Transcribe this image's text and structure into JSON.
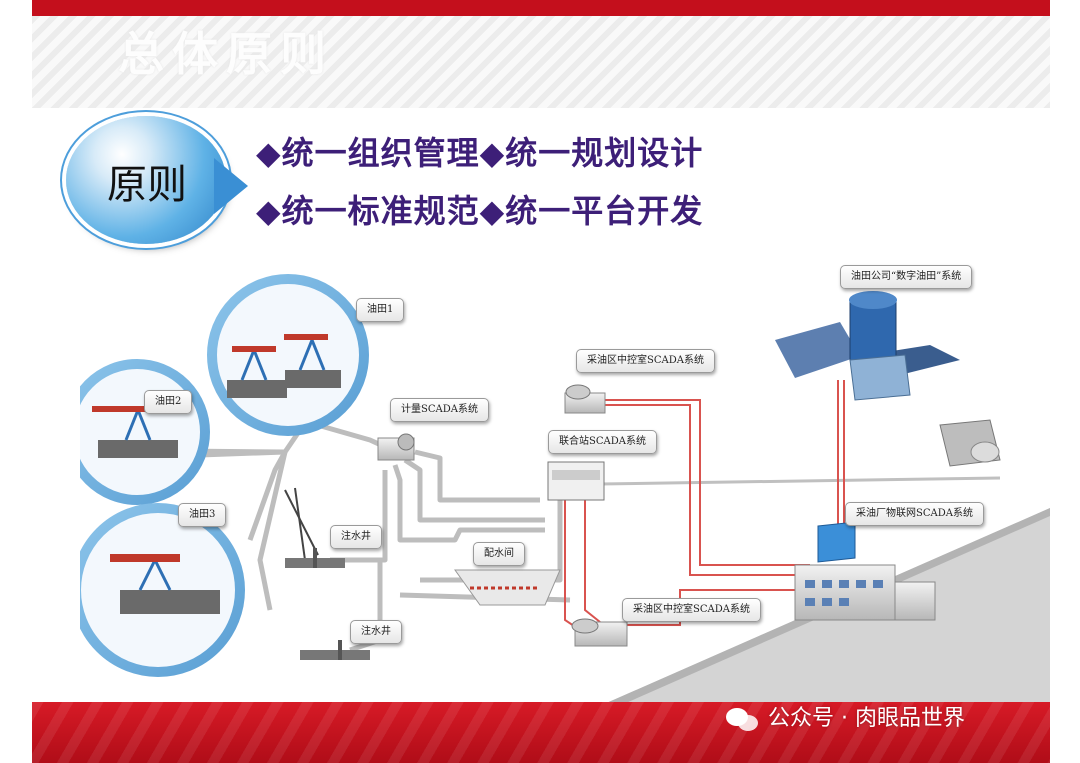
{
  "header": {
    "title": "总体原则"
  },
  "principle": {
    "badge": "原则",
    "lines": [
      [
        "◆统一组织管理",
        "◆统一规划设计"
      ],
      [
        "◆统一标准规范",
        "◆统一平台开发"
      ]
    ]
  },
  "diagram": {
    "labels": {
      "field1": "油田1",
      "field2": "油田2",
      "field3": "油田3",
      "meter": "计量SCADA系统",
      "inject1": "注水井",
      "inject2": "注水井",
      "distribution": "配水间",
      "joint": "联合站SCADA系统",
      "center_top": "采油区中控室SCADA系统",
      "center_bottom": "采油区中控室SCADA系统",
      "plant": "采油厂物联网SCADA系统",
      "company": "油田公司“数字油田”系统"
    }
  },
  "watermark": {
    "text": "公众号 · 肉眼品世界"
  },
  "colors": {
    "banner_red": "#c40f1c",
    "bullet_purple": "#3d1f78",
    "bubble_blue": "#5fb2e6",
    "link_red": "#d9534f",
    "pipe_gray": "#bdbdbd"
  }
}
